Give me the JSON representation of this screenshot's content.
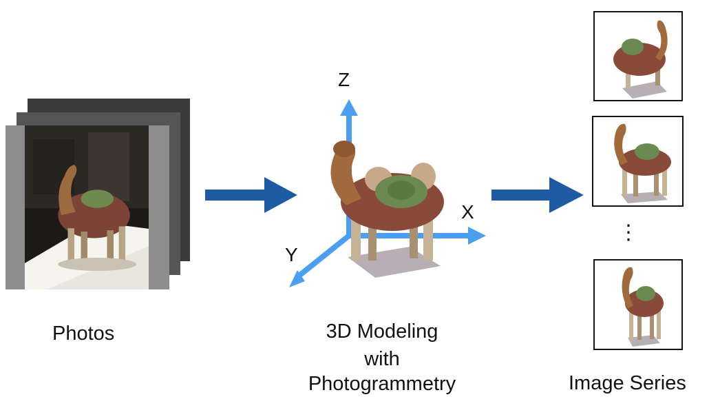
{
  "labels": {
    "photos": "Photos",
    "modeling_line1": "3D Modeling",
    "modeling_line2": "with",
    "modeling_line3": "Photogrammetry",
    "image_series": "Image Series",
    "ellipsis": "⋮"
  },
  "axes": {
    "z": "Z",
    "x": "X",
    "y": "Y"
  },
  "colors": {
    "flow_arrow": "#1f5ba3",
    "axis_arrow": "#4a9ff0",
    "camel_body": "#8a4a3a",
    "saddle": "#6b8a52"
  },
  "icons": {
    "camel": "camel-figurine-icon"
  }
}
